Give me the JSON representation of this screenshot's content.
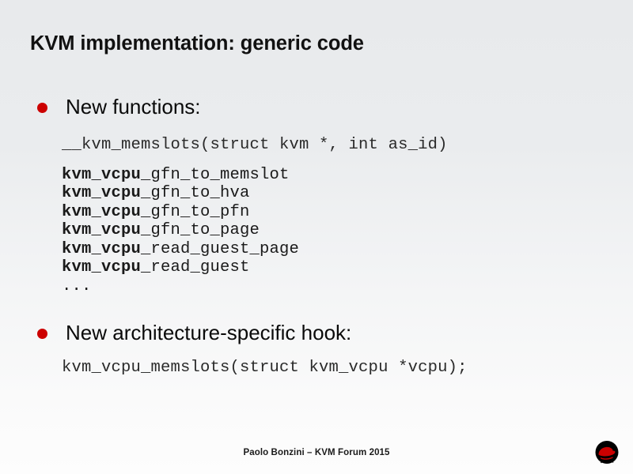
{
  "slide": {
    "title": "KVM implementation: generic code",
    "bullets": [
      {
        "label": "New functions:"
      },
      {
        "label": "New architecture-specific hook:"
      }
    ],
    "code_group_1": {
      "first_line": "__kvm_memslots(struct kvm *, int as_id)",
      "prefix": "kvm_vcpu_",
      "suffixes": [
        "gfn_to_memslot",
        "gfn_to_hva",
        "gfn_to_pfn",
        "gfn_to_page",
        "read_guest_page",
        "read_guest"
      ],
      "ellipsis": "..."
    },
    "code_group_2": {
      "line": "kvm_vcpu_memslots(struct kvm_vcpu *vcpu);"
    },
    "footer": "Paolo Bonzini – KVM Forum 2015",
    "logo": {
      "name": "red-hat-shadowman-logo",
      "circle_color": "#000000",
      "hat_color": "#cc0000"
    },
    "colors": {
      "bullet": "#cc0000",
      "text": "#0a0a0a",
      "background_top": "#e8eaec",
      "background_bottom": "#fdfdfd"
    }
  }
}
